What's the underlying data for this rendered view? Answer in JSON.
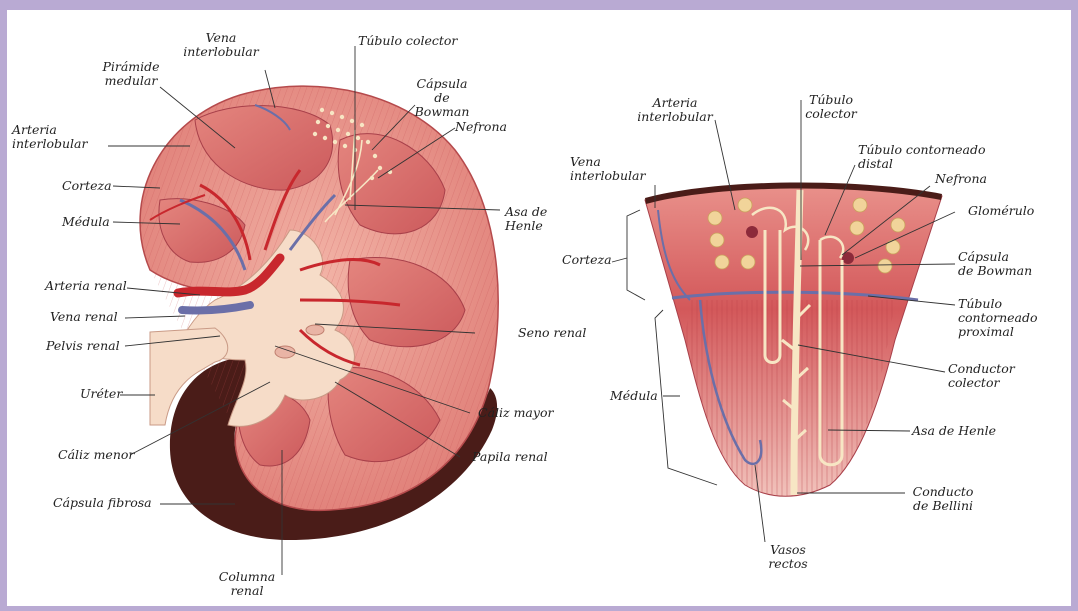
{
  "colors": {
    "frame": "#b9aad3",
    "cortex": "#e58a82",
    "medulla": "#d86a68",
    "pelvis": "#f6dcc8",
    "capsule": "#4a1c18",
    "artery": "#c8272d",
    "vein": "#6b6fa8",
    "tubule": "#f7e6c4"
  },
  "kidney_labels": {
    "vena_interlobular": "Vena\ninterlobular",
    "piramide_medular": "Pirámide\nmedular",
    "tubulo_colector": "Túbulo colector",
    "capsula_bowman": "Cápsula\nde Bowman",
    "nefrona": "Nefrona",
    "arteria_interlobular": "Arteria\ninterlobular",
    "corteza": "Corteza",
    "medula": "Médula",
    "asa_henle": "Asa de\nHenle",
    "arteria_renal": "Arteria renal",
    "vena_renal": "Vena renal",
    "pelvis_renal": "Pelvis renal",
    "seno_renal": "Seno renal",
    "ureter": "Uréter",
    "caliz_mayor": "Cáliz mayor",
    "caliz_menor": "Cáliz menor",
    "papila_renal": "Papila renal",
    "capsula_fibrosa": "Cápsula fibrosa",
    "columna_renal": "Columna\nrenal"
  },
  "detail_labels": {
    "arteria_interlobular": "Arteria\ninterlobular",
    "tubulo_colector": "Túbulo\ncolector",
    "tubulo_contorneado_distal": "Túbulo contorneado\ndistal",
    "vena_interlobular": "Vena\ninterlobular",
    "nefrona": "Nefrona",
    "glomerulo": "Glomérulo",
    "corteza": "Corteza",
    "capsula_bowman": "Cápsula\nde Bowman",
    "tubulo_contorneado_proximal": "Túbulo\ncontorneado\nproximal",
    "conductor_colector": "Conductor\ncolector",
    "medula": "Médula",
    "asa_henle": "Asa de Henle",
    "conducto_bellini": "Conducto\nde Bellini",
    "vasos_rectos": "Vasos\nrectos"
  }
}
